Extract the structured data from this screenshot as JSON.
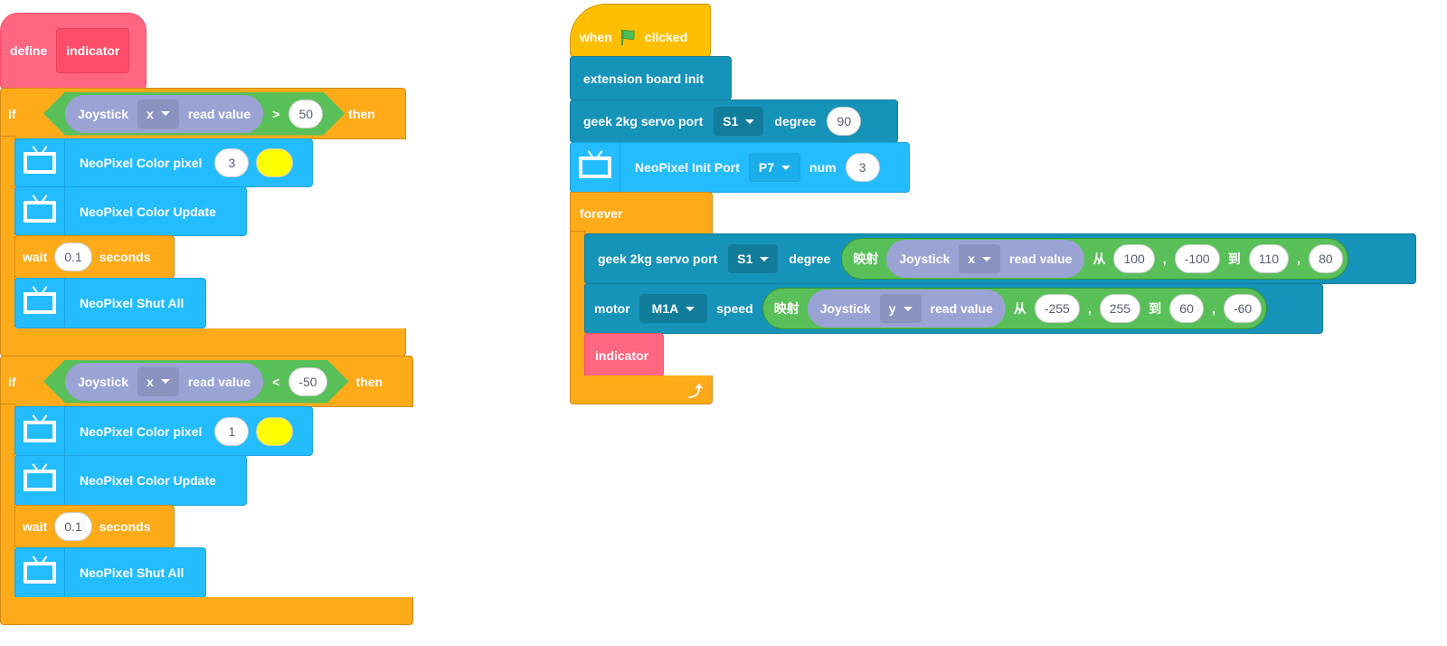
{
  "define": {
    "keyword": "define",
    "name": "indicator"
  },
  "if1": {
    "keyword": "if",
    "then": "then",
    "reporter": "Joystick",
    "axis": "x",
    "read": "read value",
    "op": ">",
    "value": "50",
    "pixel_label": "NeoPixel Color pixel",
    "pixel_index": "3",
    "pixel_color": "#FFFF00",
    "update": "NeoPixel Color Update",
    "wait": "wait",
    "wait_value": "0.1",
    "seconds": "seconds",
    "shut": "NeoPixel Shut All"
  },
  "if2": {
    "keyword": "if",
    "then": "then",
    "reporter": "Joystick",
    "axis": "x",
    "read": "read value",
    "op": "<",
    "value": "-50",
    "pixel_label": "NeoPixel Color pixel",
    "pixel_index": "1",
    "pixel_color": "#FFFF00",
    "update": "NeoPixel Color Update",
    "wait": "wait",
    "wait_value": "0.1",
    "seconds": "seconds",
    "shut": "NeoPixel Shut All"
  },
  "main": {
    "when": "when",
    "clicked": "clicked",
    "ext_init": "extension board init",
    "servo1": {
      "label": "geek 2kg servo port",
      "port": "S1",
      "degree": "degree",
      "value": "90"
    },
    "neo_init": {
      "label": "NeoPixel Init Port",
      "port": "P7",
      "num": "num",
      "value": "3"
    },
    "forever": "forever",
    "servo2": {
      "label": "geek 2kg servo port",
      "port": "S1",
      "degree": "degree",
      "map": "映射",
      "reporter": "Joystick",
      "axis": "x",
      "read": "read value",
      "from": "从",
      "a": "100",
      "comma": ",",
      "b": "-100",
      "to": "到",
      "c": "110",
      "d": "80"
    },
    "motor": {
      "label": "motor",
      "port": "M1A",
      "speed": "speed",
      "map": "映射",
      "reporter": "Joystick",
      "axis": "y",
      "read": "read value",
      "from": "从",
      "a": "-255",
      "comma": ",",
      "b": "255",
      "to": "到",
      "c": "60",
      "d": "-60"
    },
    "call": "indicator"
  }
}
